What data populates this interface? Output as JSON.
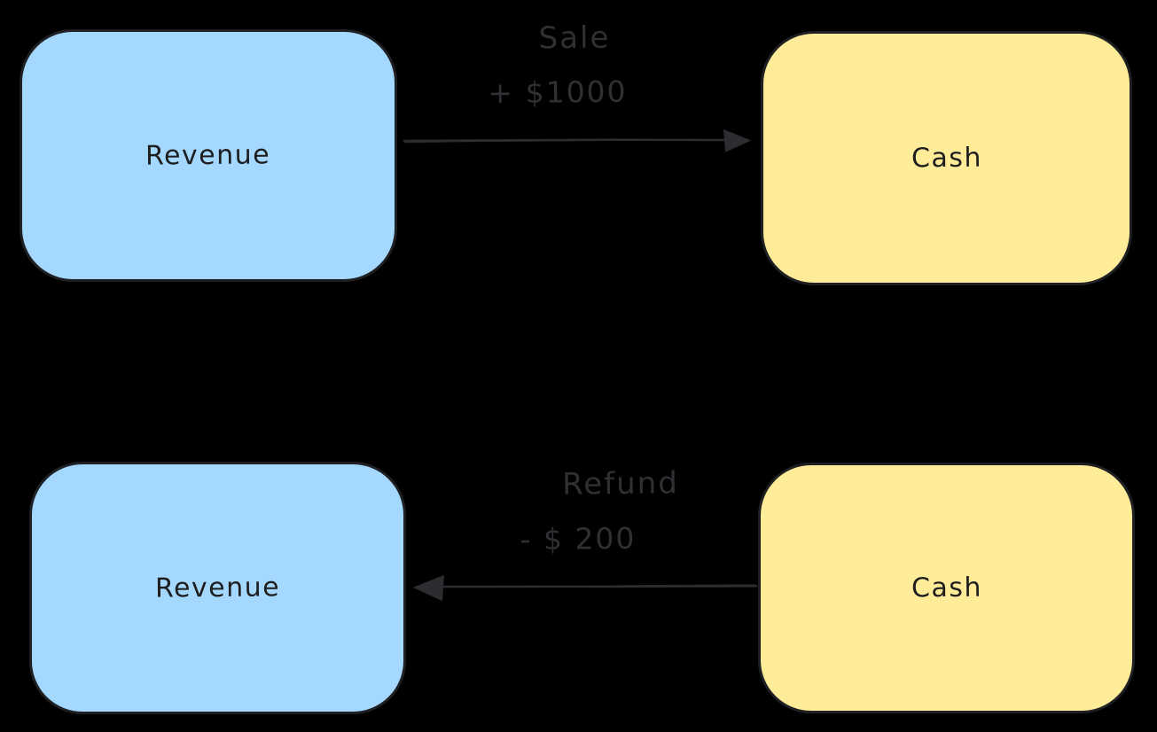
{
  "colors": {
    "bg": "#000000",
    "blue_fill": "#a5d8ff",
    "yellow_fill": "#ffec99",
    "box_stroke": "#1f2023",
    "box_text": "#1e1e1e",
    "arrow": "#2b2d30",
    "edge_text": "#2e3034"
  },
  "diagram": {
    "nodes": [
      {
        "id": "revenue-top",
        "label": "Revenue",
        "fill": "#a5d8ff"
      },
      {
        "id": "cash-top",
        "label": "Cash",
        "fill": "#ffec99"
      },
      {
        "id": "revenue-bottom",
        "label": "Revenue",
        "fill": "#a5d8ff"
      },
      {
        "id": "cash-bottom",
        "label": "Cash",
        "fill": "#ffec99"
      }
    ],
    "edges": [
      {
        "id": "sale",
        "name": "Sale",
        "amount": "+ $1000",
        "from": "Revenue",
        "to": "Cash",
        "direction": "left-to-right"
      },
      {
        "id": "refund",
        "name": "Refund",
        "amount": "- $ 200",
        "from": "Cash",
        "to": "Revenue",
        "direction": "right-to-left"
      }
    ]
  }
}
